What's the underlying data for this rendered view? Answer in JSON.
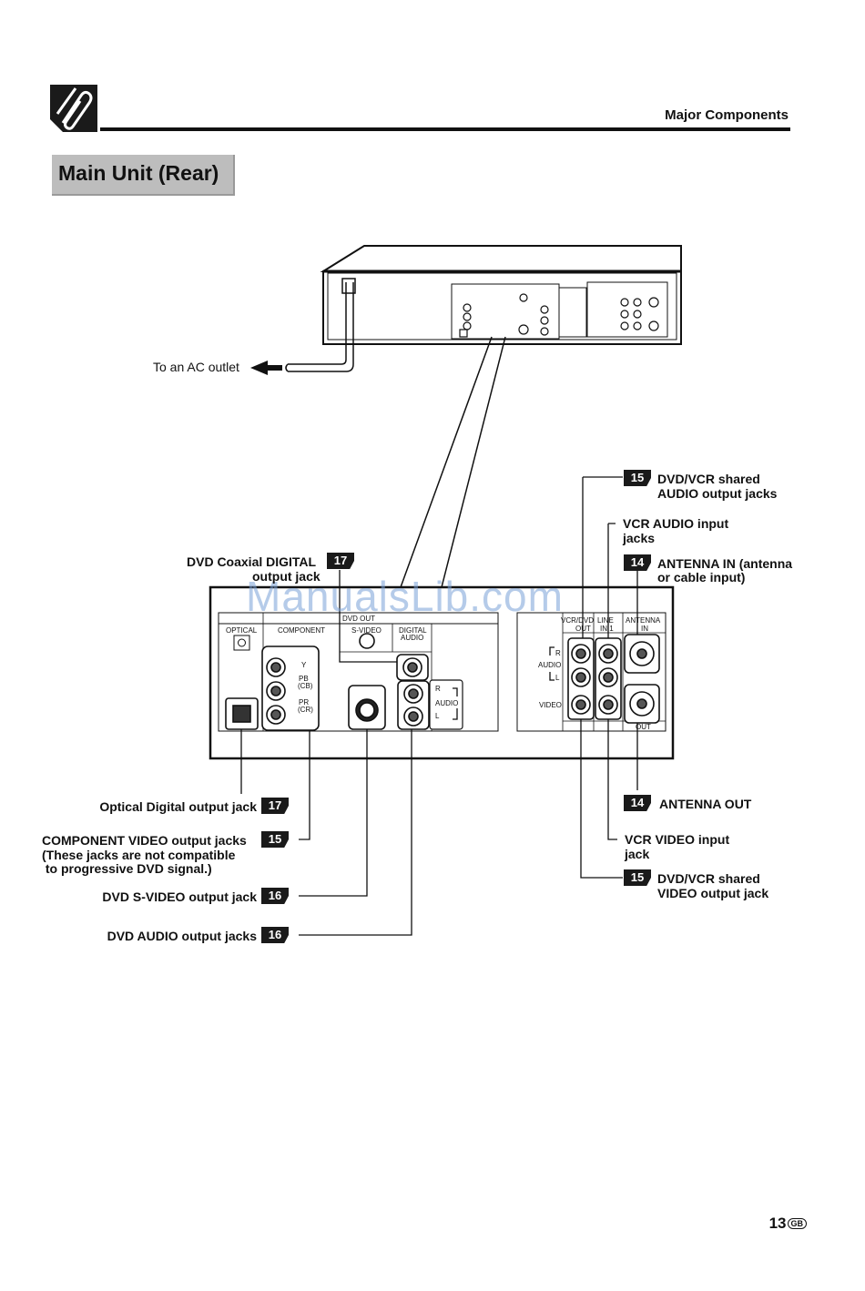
{
  "header": {
    "section": "Major Components",
    "title": "Main Unit (Rear)",
    "page_number": "13",
    "page_suffix": "GB",
    "icon": "paperclip-icon"
  },
  "diagram": {
    "ac_outlet": "To an AC outlet",
    "watermark": "ManualsLib.com",
    "badges": {
      "b17": "17",
      "b15": "15",
      "b14": "14",
      "b16": "16"
    },
    "callouts": {
      "coaxial_digital": [
        "DVD Coaxial DIGITAL",
        "output jack"
      ],
      "shared_audio": [
        "DVD/VCR shared",
        "AUDIO output jacks"
      ],
      "vcr_audio_in": [
        "VCR AUDIO input",
        "jacks"
      ],
      "antenna_in": [
        "ANTENNA IN (antenna",
        "or cable input)"
      ],
      "optical": "Optical Digital output jack",
      "component": [
        "COMPONENT VIDEO output jacks",
        "(These jacks are not compatible",
        " to progressive DVD signal.)"
      ],
      "s_video": "DVD S-VIDEO output jack",
      "dvd_audio": "DVD AUDIO output jacks",
      "antenna_out": "ANTENNA OUT",
      "vcr_video_in": [
        "VCR VIDEO input",
        "jack"
      ],
      "shared_video": [
        "DVD/VCR shared",
        "VIDEO output jack"
      ]
    },
    "panel": {
      "optical": "OPTICAL",
      "component": "COMPONENT",
      "dvd_out": "DVD OUT",
      "s_video": "S-VIDEO",
      "digital_audio": [
        "DIGITAL",
        "AUDIO"
      ],
      "y": "Y",
      "pb": [
        "PB",
        "(CB)"
      ],
      "pr": [
        "PR",
        "(CR)"
      ],
      "r": "R",
      "audio": "AUDIO",
      "l": "L",
      "vcr_dvd_out": [
        "VCR/DVD",
        "OUT"
      ],
      "line_in": [
        "LINE",
        "IN 1"
      ],
      "antenna": [
        "ANTENNA",
        "IN"
      ],
      "video": "VIDEO",
      "out": "OUT"
    }
  }
}
